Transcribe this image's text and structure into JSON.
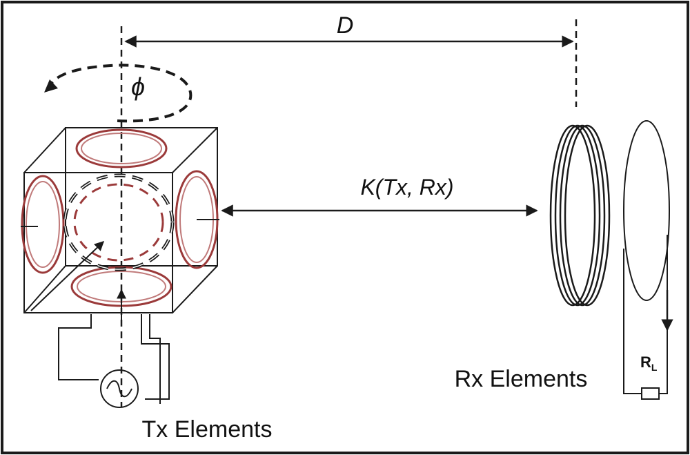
{
  "labels": {
    "distance": "D",
    "angle": "ϕ",
    "coupling": "K(Tx, Rx)",
    "tx": "Tx Elements",
    "rx": "Rx Elements",
    "load_main": "R",
    "load_sub": "L"
  },
  "colors": {
    "line": "#1a1a1a",
    "coil": "#9b3a3a",
    "background": "#ffffff"
  }
}
